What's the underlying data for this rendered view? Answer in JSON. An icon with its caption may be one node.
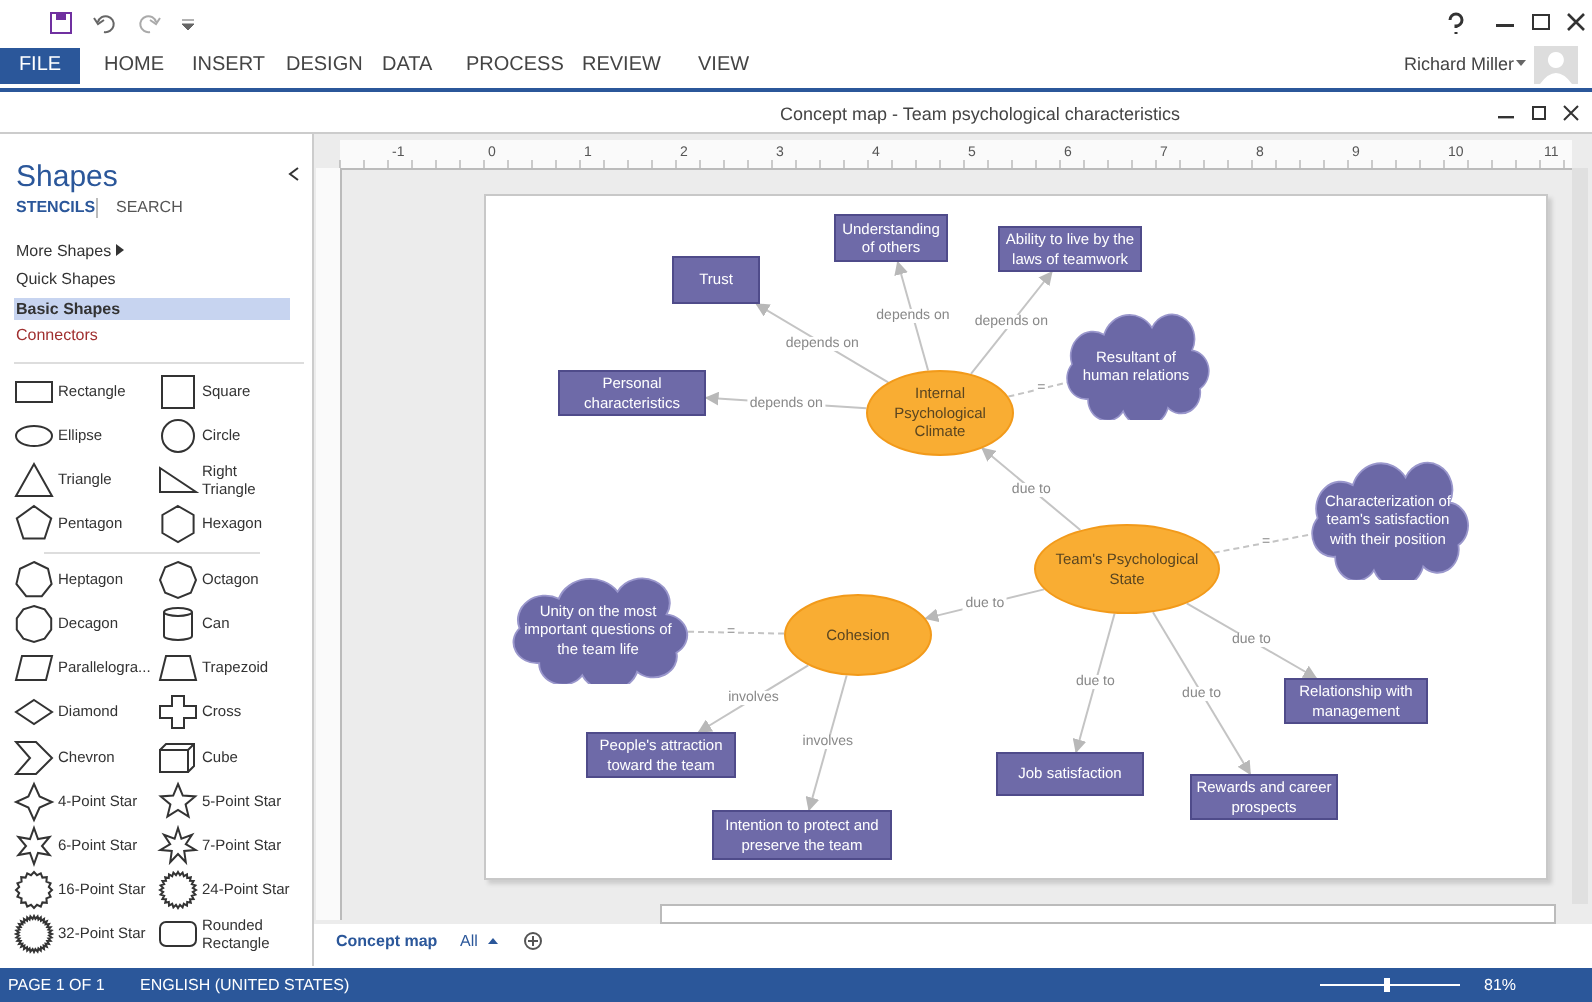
{
  "diagram": {
    "nodes": [
      {
        "text": [
          "Trust"
        ]
      },
      {
        "text": [
          "Understanding of others"
        ]
      },
      {
        "text": [
          "Ability to live by the laws of teamwork"
        ]
      },
      {
        "text": [
          "Personal characteristics"
        ]
      },
      {
        "text": [
          "Internal Psychological Climate"
        ]
      },
      {
        "text": [
          "Resultant of human relations"
        ]
      },
      {
        "text": [
          "Characterization of team's satisfaction with their position"
        ]
      },
      {
        "text": [
          "Team's Psychological State"
        ]
      },
      {
        "text": [
          "Unity on the most important questions of the team life"
        ]
      },
      {
        "text": [
          "Cohesion"
        ]
      },
      {
        "text": [
          "Relationship with management"
        ]
      },
      {
        "text": [
          "People's attraction toward the team"
        ]
      },
      {
        "text": [
          "Job satisfaction"
        ]
      },
      {
        "text": [
          "Rewards and career prospects"
        ]
      },
      {
        "text": [
          "Intention to protect and preserve the team"
        ]
      }
    ],
    "edges": [
      {
        "from": 4,
        "to": 0,
        "arrow": "to",
        "label": "depends on"
      },
      {
        "from": 4,
        "to": 1,
        "arrow": "to",
        "label": "depends on"
      },
      {
        "from": 4,
        "to": 2,
        "arrow": "to",
        "label": "depends on"
      },
      {
        "from": 4,
        "to": 3,
        "arrow": "to",
        "label": "depends on"
      },
      {
        "from": 4,
        "to": 5,
        "arrow": "none",
        "label": "=",
        "style": "dashed"
      },
      {
        "from": 7,
        "to": 4,
        "arrow": "to",
        "label": "due to"
      },
      {
        "from": 7,
        "to": 6,
        "arrow": "none",
        "label": "=",
        "style": "dashed"
      },
      {
        "from": 7,
        "to": 9,
        "arrow": "to",
        "label": "due to"
      },
      {
        "from": 9,
        "to": 8,
        "arrow": "none",
        "label": "=",
        "style": "dashed"
      },
      {
        "from": 7,
        "to": 10,
        "arrow": "to",
        "label": "due to"
      },
      {
        "from": 7,
        "to": 12,
        "arrow": "to",
        "label": "due to"
      },
      {
        "from": 7,
        "to": 13,
        "arrow": "to",
        "label": "due to"
      },
      {
        "from": 9,
        "to": 11,
        "arrow": "to",
        "label": "involves"
      },
      {
        "from": 9,
        "to": 14,
        "arrow": "to",
        "label": "involves"
      }
    ],
    "labels": [
      "FILE",
      "HOME",
      "INSERT",
      "DESIGN",
      "DATA",
      "PROCESS",
      "REVIEW",
      "VIEW",
      "Richard Miller",
      "Concept map - Team psychological characteristics",
      "Shapes",
      "STENCILS",
      "SEARCH",
      "More Shapes",
      "Quick Shapes",
      "Basic Shapes",
      "Connectors",
      "Rectangle",
      "Square",
      "Ellipse",
      "Circle",
      "Triangle",
      "Right Triangle",
      "Pentagon",
      "Hexagon",
      "Heptagon",
      "Octagon",
      "Decagon",
      "Can",
      "Parallelogra...",
      "Trapezoid",
      "Diamond",
      "Cross",
      "Chevron",
      "Cube",
      "4-Point Star",
      "5-Point Star",
      "6-Point Star",
      "7-Point Star",
      "16-Point Star",
      "24-Point Star",
      "32-Point Star",
      "Rounded Rectangle",
      "-1",
      "0",
      "1",
      "2",
      "3",
      "4",
      "5",
      "6",
      "7",
      "8",
      "9",
      "10",
      "11",
      "Concept map",
      "All",
      "PAGE 1 OF 1",
      "ENGLISH (UNITED STATES)",
      "81%"
    ]
  }
}
